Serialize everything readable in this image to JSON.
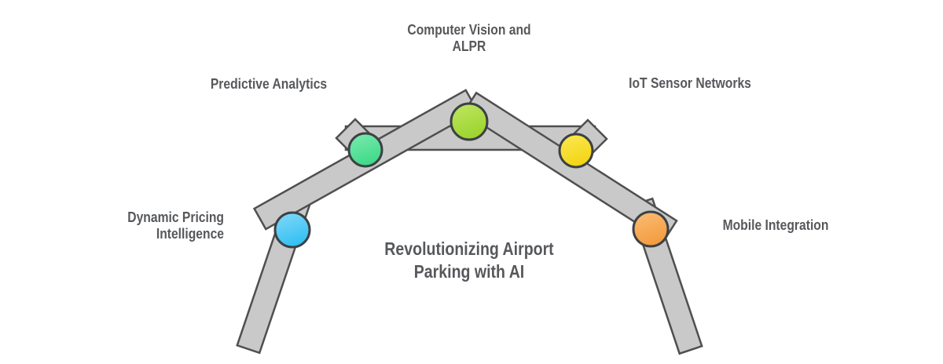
{
  "title": "Revolutionizing Airport\nParking with AI",
  "nodes": [
    {
      "id": "dynamic-pricing",
      "label": "Dynamic Pricing\nIntelligence",
      "color_top": "#7ed7f8",
      "color_bottom": "#2fbff2"
    },
    {
      "id": "predictive-analytics",
      "label": "Predictive Analytics",
      "color_top": "#79e9ad",
      "color_bottom": "#3bd987"
    },
    {
      "id": "computer-vision-alpr",
      "label": "Computer Vision and\nALPR",
      "color_top": "#bde55e",
      "color_bottom": "#9ad32b"
    },
    {
      "id": "iot-sensor-networks",
      "label": "IoT Sensor Networks",
      "color_top": "#fbe74f",
      "color_bottom": "#f2d413"
    },
    {
      "id": "mobile-integration",
      "label": "Mobile Integration",
      "color_top": "#fabb73",
      "color_bottom": "#f39a3c"
    }
  ],
  "colors": {
    "background": "#ffffff",
    "bar_fill": "#c9c9c9",
    "bar_stroke": "#4f4f4f",
    "circle_stroke": "#3d4145",
    "text": "#56585b"
  }
}
